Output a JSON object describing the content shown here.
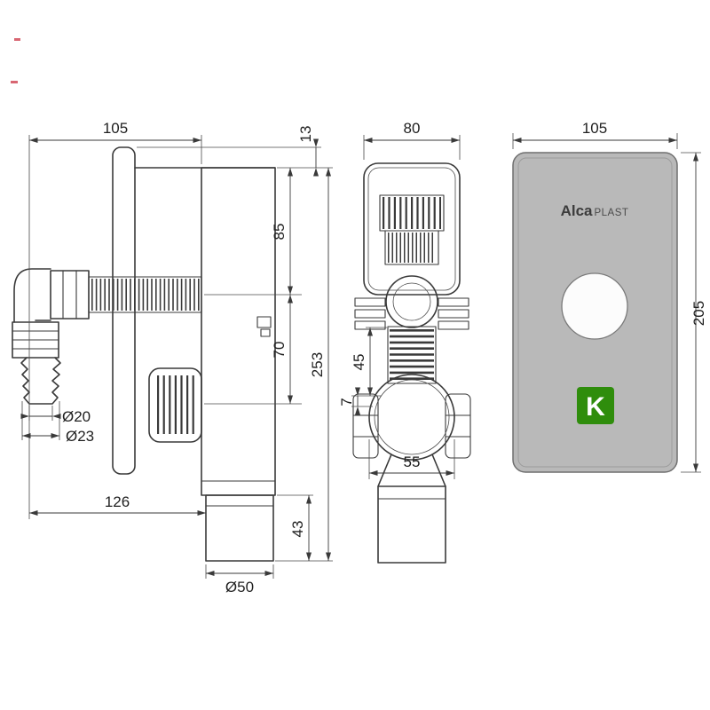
{
  "side_view": {
    "dim_top_width": "105",
    "dim_plate_offset": "13",
    "dim_inlet_from_top": "85",
    "dim_inlet_to_trap": "70",
    "dim_total_height": "253",
    "dim_hose_inner_dia": "Ø20",
    "dim_hose_outer_dia": "Ø23",
    "dim_hose_reach": "126",
    "dim_outlet_length": "43",
    "dim_outlet_dia": "Ø50"
  },
  "front_view": {
    "dim_top_width": "80",
    "dim_mid_height": "45",
    "dim_gap": "7",
    "dim_trap_dia": "55"
  },
  "cover_view": {
    "dim_width": "105",
    "dim_height": "205",
    "brand_bold": "Alca",
    "brand_light": "PLAST",
    "logo_letter": "K"
  },
  "colors": {
    "line": "#3a3a3a",
    "plate_fill": "#b9b9b9",
    "plate_stroke": "#6f6f6f",
    "logo_green": "#2f8d0c"
  }
}
